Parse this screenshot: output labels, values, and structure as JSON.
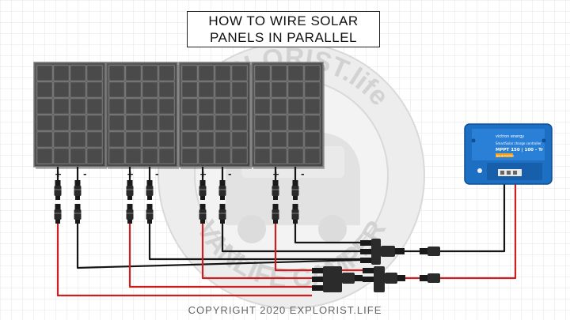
{
  "title": {
    "line1": "HOW TO WIRE SOLAR",
    "line2": "PANELS IN PARALLEL"
  },
  "copyright": "COPYRIGHT 2020 EXPLORIST.LIFE",
  "watermark": {
    "top_text": "EXPLORIST.life",
    "bottom_text": "VANLIFE CAMPER"
  },
  "panels": [
    {
      "id": "panel-1",
      "positive": "+",
      "negative": "-"
    },
    {
      "id": "panel-2",
      "positive": "+",
      "negative": "-"
    },
    {
      "id": "panel-3",
      "positive": "+",
      "negative": "-"
    },
    {
      "id": "panel-4",
      "positive": "+",
      "negative": "-"
    }
  ],
  "controller": {
    "brand": "victron energy",
    "model": "MPPT 150 | 100 - Tr",
    "label": "SmartSolar charge controller",
    "tag": "BLUETOOTH"
  },
  "colors": {
    "positive_wire": "#cc1f1f",
    "negative_wire": "#151515",
    "controller": "#1d6fc4",
    "panel": "#505050"
  }
}
